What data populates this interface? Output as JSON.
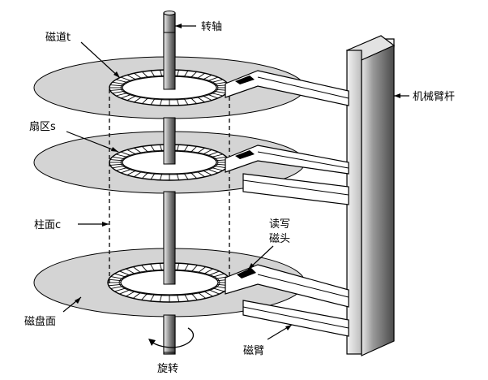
{
  "labels": {
    "spindle": "转轴",
    "track": "磁道t",
    "arm_post": "机械臂杆",
    "sector": "扇区s",
    "cylinder": "柱面c",
    "head_line1": "读写",
    "head_line2": "磁头",
    "surface": "磁盘面",
    "arm": "磁臂",
    "rotation": "旋转"
  },
  "colors": {
    "platter": "#d4d4d4",
    "line": "#000000",
    "post_dark": "#7a7a7a",
    "post_light": "#cfcfcf"
  }
}
